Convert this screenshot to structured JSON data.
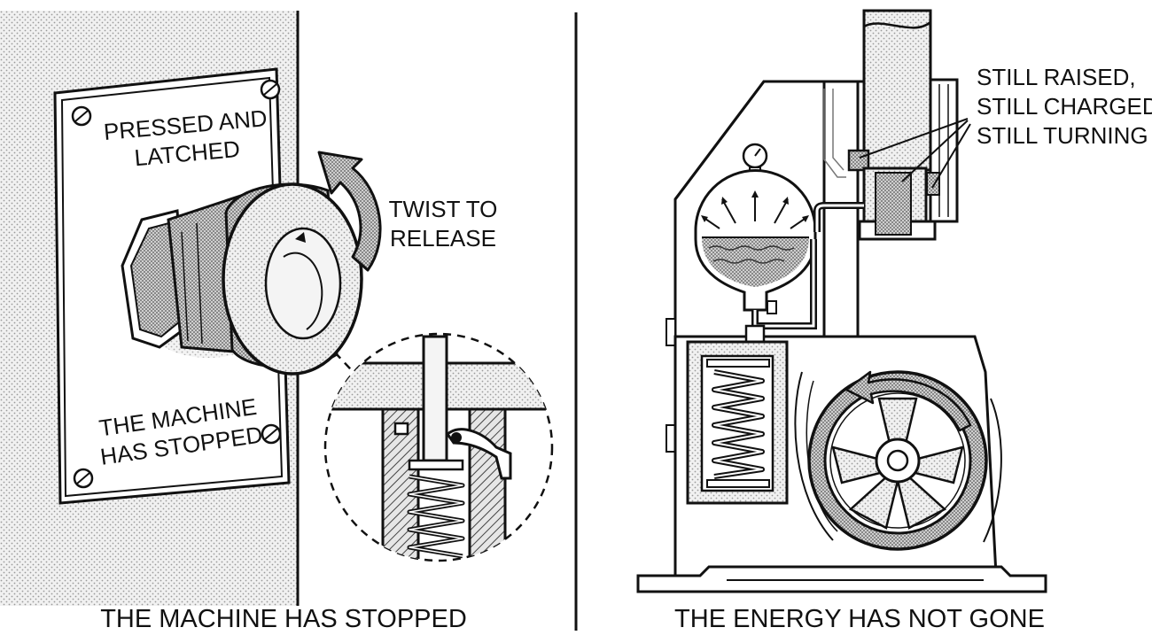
{
  "left_panel": {
    "plate_label": [
      "PRESSED AND",
      "LATCHED"
    ],
    "plate_status": [
      "THE MACHINE",
      "HAS STOPPED"
    ],
    "twist_label": [
      "TWIST TO",
      "RELEASE"
    ],
    "caption": "THE MACHINE HAS STOPPED"
  },
  "right_panel": {
    "callout": [
      "STILL RAISED,",
      "STILL CHARGED,",
      "STILL TURNING"
    ],
    "caption": "THE ENERGY HAS NOT GONE"
  }
}
